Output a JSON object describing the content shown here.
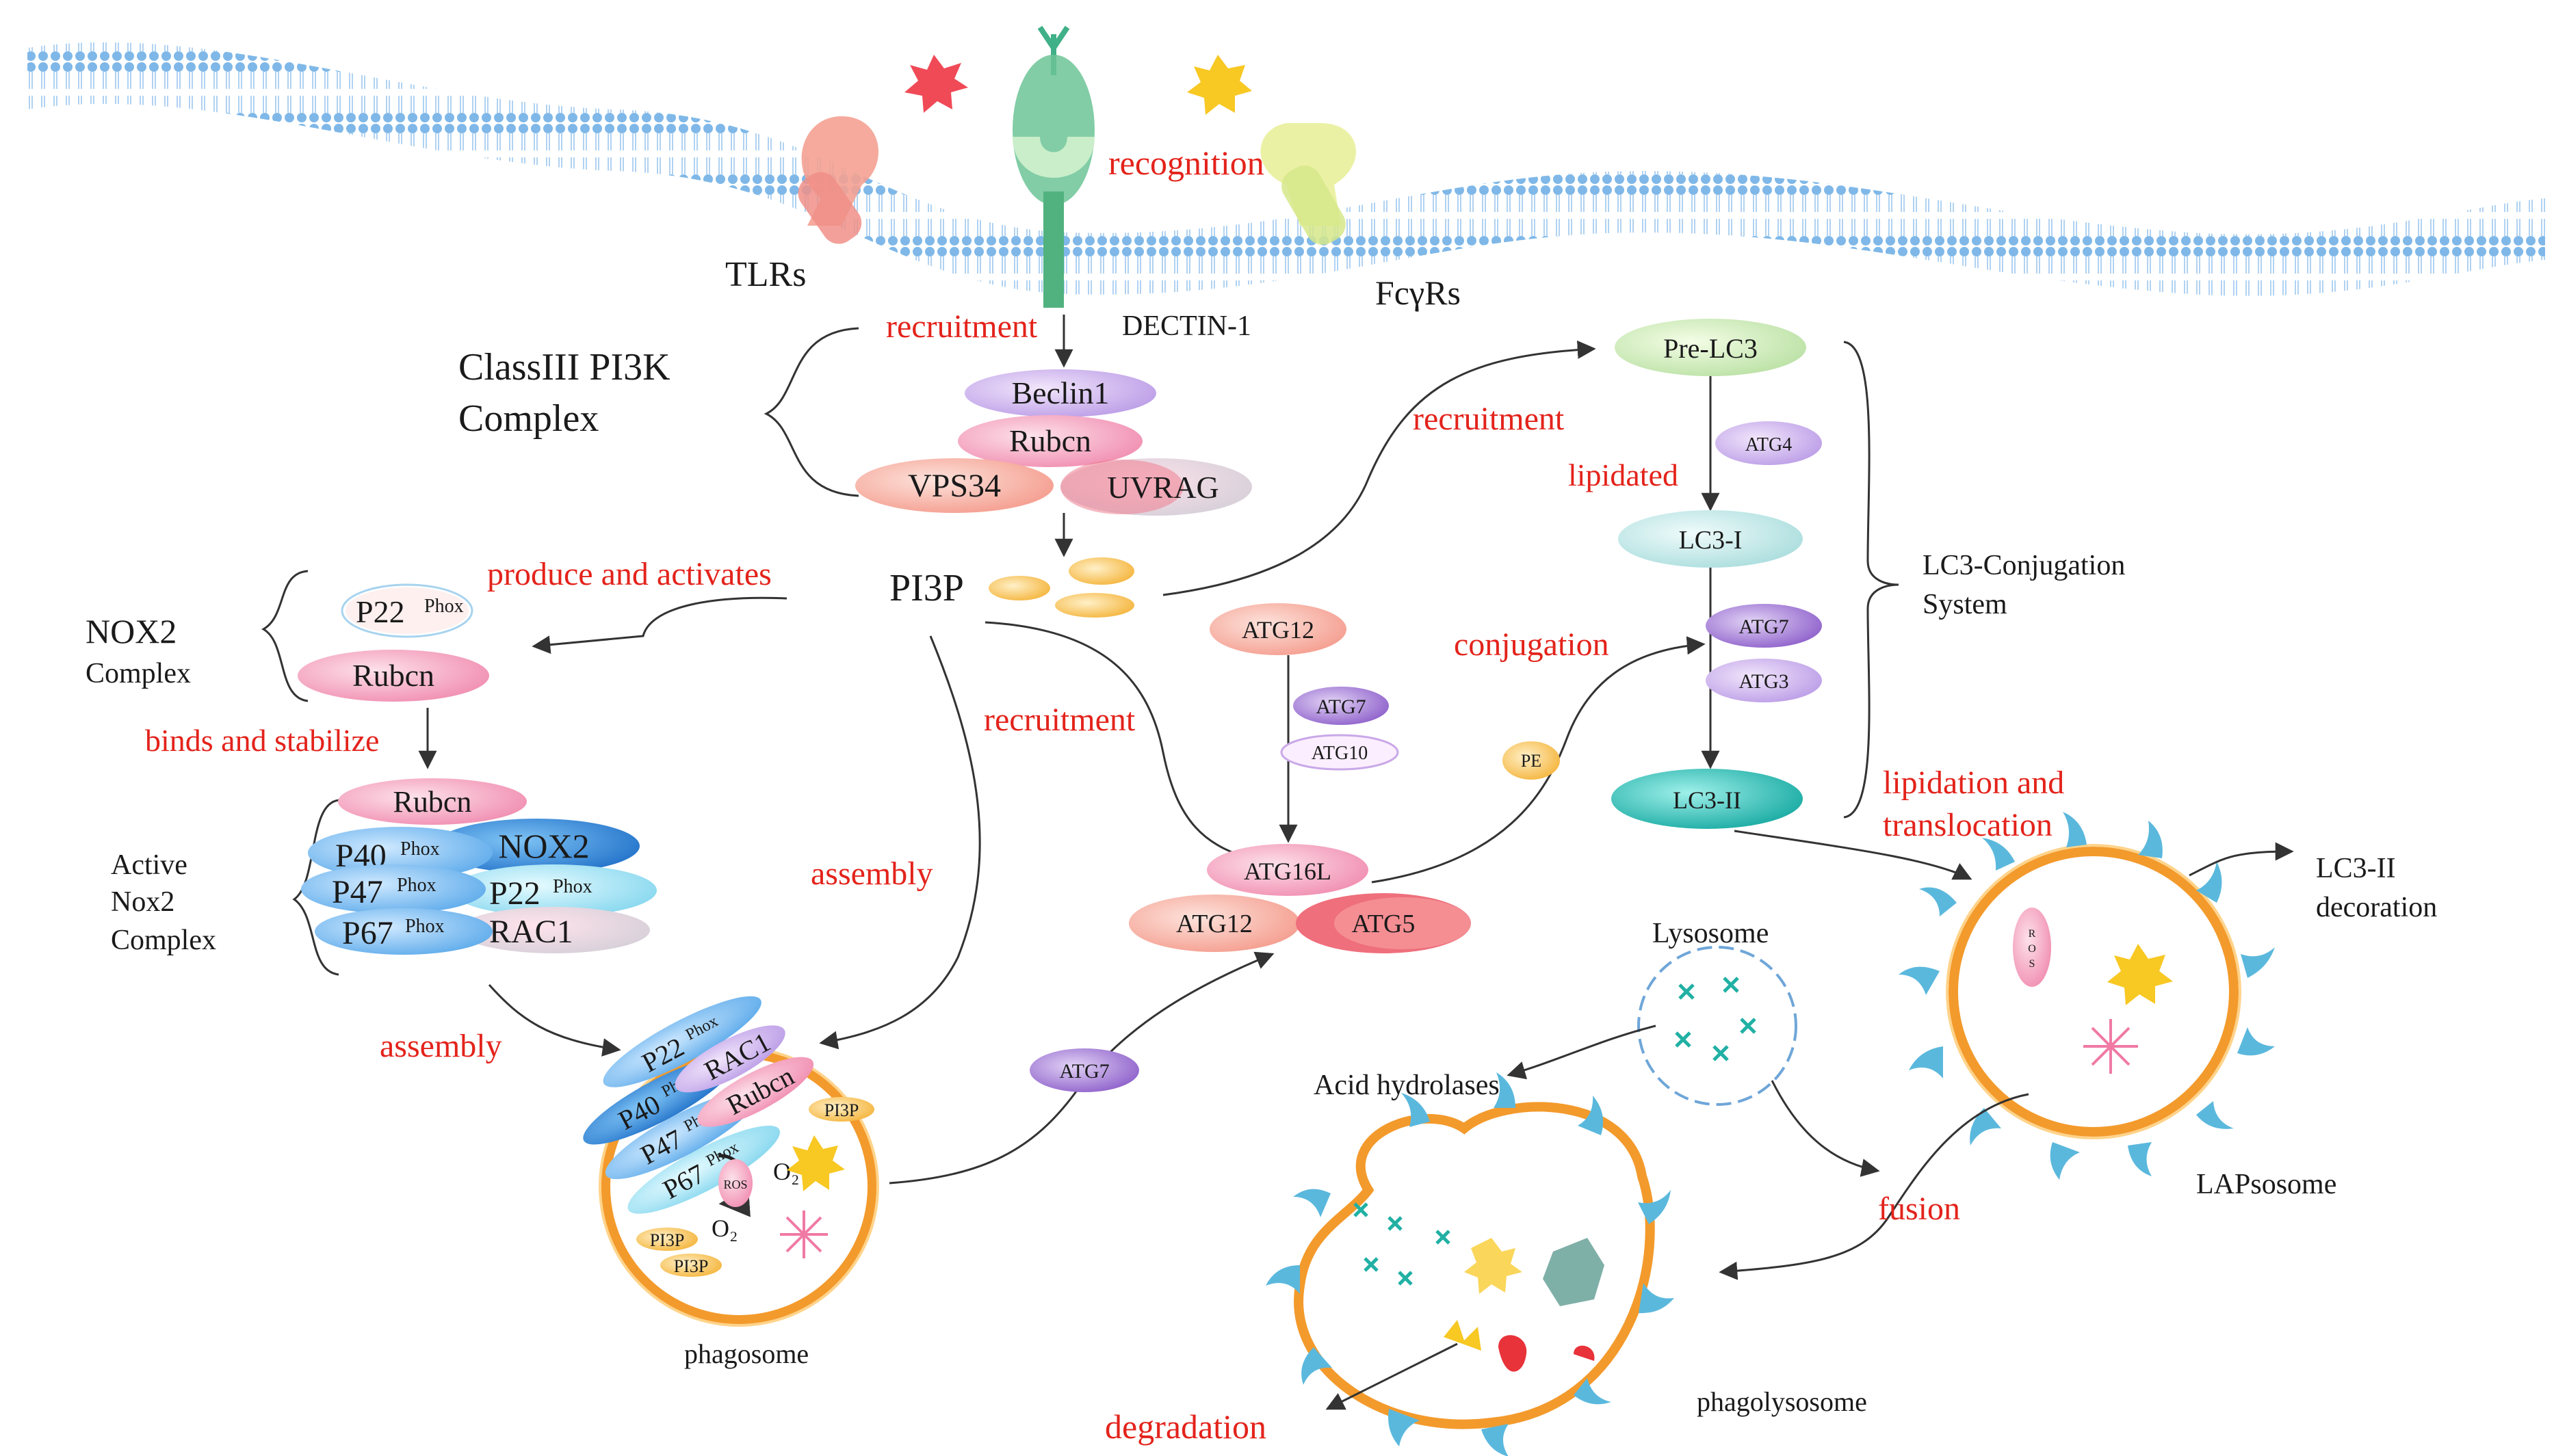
{
  "labels": {
    "tlrs": "TLRs",
    "dectin1": "DECTIN-1",
    "fcgrs": "FcγRs",
    "recognition": "recognition",
    "recruitment_top": "recruitment",
    "pi3k_complex_line1": "ClassIII PI3K",
    "pi3k_complex_line2": "Complex",
    "beclin1": "Beclin1",
    "rubcn": "Rubcn",
    "vps34": "VPS34",
    "uvrag": "UVRAG",
    "pi3p": "PI3P",
    "produce_activates": "produce and activates",
    "nox2_line1": "NOX2",
    "nox2_line2": "Complex",
    "p22phox_base": "P22",
    "phox_sup": "Phox",
    "binds_stabilize": "binds and stabilize",
    "active_nox2_line1": "Active",
    "active_nox2_line2": "Nox2",
    "active_nox2_line3": "Complex",
    "p40": "P40",
    "p47": "P47",
    "p67": "P67",
    "p22": "P22",
    "nox2": "NOX2",
    "rac1": "RAC1",
    "assembly_left": "assembly",
    "assembly_mid": "assembly",
    "recruitment_mid": "recruitment",
    "recruitment_right": "recruitment",
    "atg12": "ATG12",
    "atg7": "ATG7",
    "atg10": "ATG10",
    "atg16l": "ATG16L",
    "atg5": "ATG5",
    "atg4": "ATG4",
    "atg3": "ATG3",
    "pe": "PE",
    "pre_lc3": "Pre-LC3",
    "lc3_i": "LC3-I",
    "lc3_ii": "LC3-II",
    "lipidated": "lipidated",
    "conjugation": "conjugation",
    "lc3_system_line1": "LC3-Conjugation",
    "lc3_system_line2": "System",
    "lipidation_line1": "lipidation and",
    "lipidation_line2": "translocation",
    "lc3ii_deco_line1": "LC3-II",
    "lc3ii_deco_line2": "decoration",
    "lysosome": "Lysosome",
    "acid_hydrolases": "Acid hydrolases",
    "fusion": "fusion",
    "lapsosome": "LAPsosome",
    "phagosome": "phagosome",
    "phagolysosome": "phagolysosome",
    "degradation": "degradation",
    "ros": "ROS",
    "o2_minus": "O₂⁻",
    "o2": "O₂"
  },
  "colors": {
    "annotation_red": "#e3231b",
    "membrane_blue": "#7fb8e8",
    "vesicle_orange": "#f39a2c",
    "lc3_teal": "#1fb8b0"
  }
}
